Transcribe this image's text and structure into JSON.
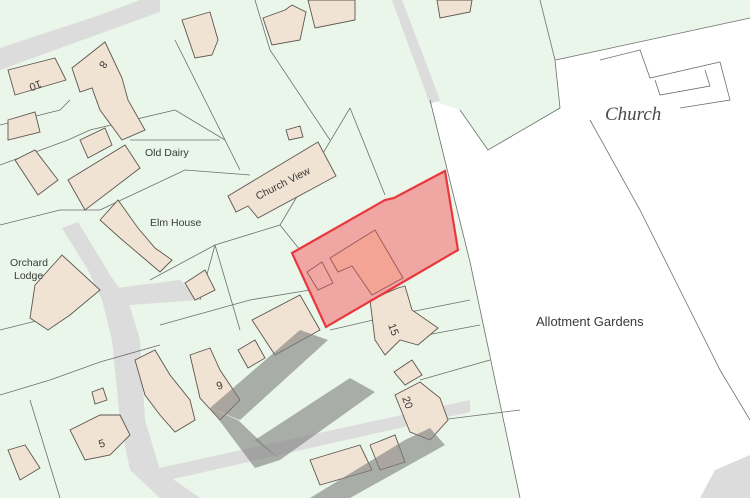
{
  "map": {
    "labels": {
      "church": "Church",
      "old_dairy": "Old Dairy",
      "church_view": "Church View",
      "elm_house": "Elm House",
      "orchard_lodge_line1": "Orchard",
      "orchard_lodge_line2": "Lodge",
      "allotment_gardens": "Allotment Gardens"
    },
    "house_numbers": {
      "n10": "10",
      "n8": "8",
      "n15": "15",
      "n9": "9",
      "n20": "20",
      "n5": "5"
    },
    "colors": {
      "land": "#eaf6ea",
      "building_fill": "#f1e3d3",
      "highlight_fill": "#f28b8b",
      "highlight_stroke": "#e8383d",
      "shadow": "#7f7f7f",
      "road": "#dcdcdc",
      "background": "#ffffff"
    }
  }
}
